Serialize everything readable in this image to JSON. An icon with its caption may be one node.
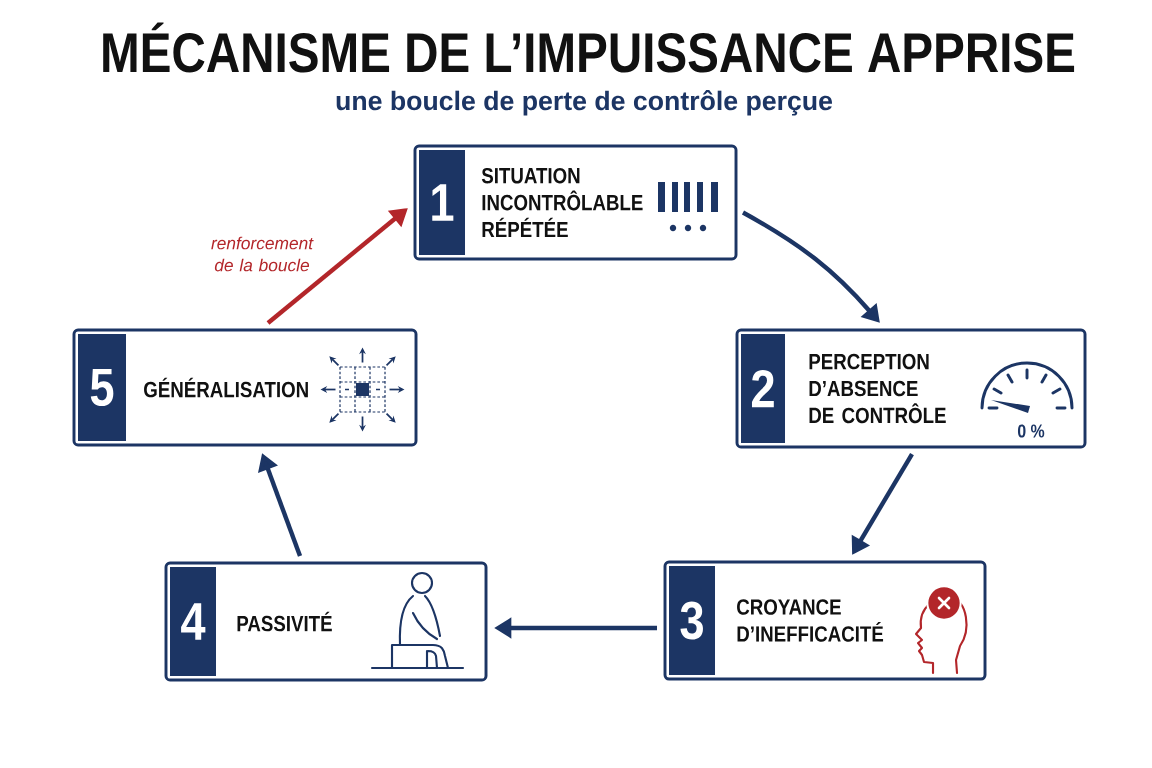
{
  "diagram": {
    "title": "MÉCANISME DE L’IMPUISSANCE APPRISE",
    "nodes": [
      {
        "text": [
          "1",
          "SITUATION INCONTRÔLABLE RÉPÉTÉE"
        ]
      },
      {
        "text": [
          "2",
          "PERCEPTION D’ABSENCE DE CONTRÔLE",
          "0 %"
        ]
      },
      {
        "text": [
          "3",
          "CROYANCE D’INEFFICACITÉ"
        ]
      },
      {
        "text": [
          "4",
          "PASSIVITÉ"
        ]
      },
      {
        "text": [
          "5",
          "GÉNÉRALISATION"
        ]
      }
    ],
    "edges": [
      {
        "from": 0,
        "to": 1,
        "arrow": "to"
      },
      {
        "from": 1,
        "to": 2,
        "arrow": "to"
      },
      {
        "from": 2,
        "to": 3,
        "arrow": "to"
      },
      {
        "from": 3,
        "to": 4,
        "arrow": "to"
      },
      {
        "from": 4,
        "to": 0,
        "arrow": "to",
        "label": "renforcement de la boucle",
        "color": "#b3262a"
      }
    ],
    "labels": [
      "une boucle de perte de contrôle perçue"
    ]
  }
}
